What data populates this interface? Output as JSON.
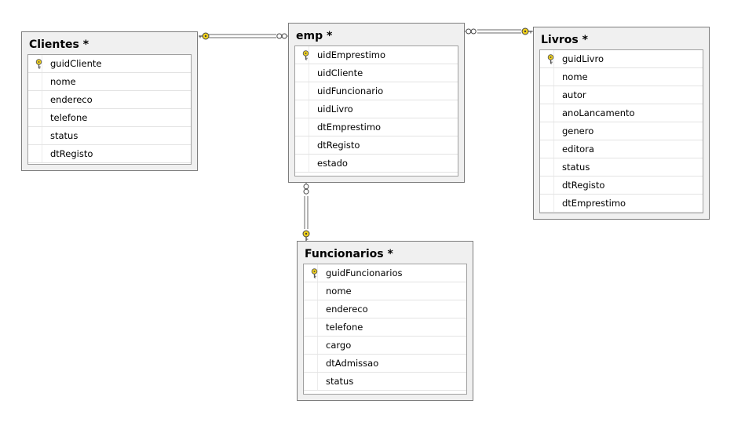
{
  "diagram": {
    "tables": [
      {
        "id": "clientes",
        "title": "Clientes *",
        "columns": [
          {
            "name": "guidCliente",
            "pk": true
          },
          {
            "name": "nome",
            "pk": false
          },
          {
            "name": "endereco",
            "pk": false
          },
          {
            "name": "telefone",
            "pk": false
          },
          {
            "name": "status",
            "pk": false
          },
          {
            "name": "dtRegisto",
            "pk": false
          }
        ]
      },
      {
        "id": "emp",
        "title": "emp *",
        "columns": [
          {
            "name": "uidEmprestimo",
            "pk": true
          },
          {
            "name": "uidCliente",
            "pk": false
          },
          {
            "name": "uidFuncionario",
            "pk": false
          },
          {
            "name": "uidLivro",
            "pk": false
          },
          {
            "name": "dtEmprestimo",
            "pk": false
          },
          {
            "name": "dtRegisto",
            "pk": false
          },
          {
            "name": "estado",
            "pk": false
          }
        ]
      },
      {
        "id": "livros",
        "title": "Livros *",
        "columns": [
          {
            "name": "guidLivro",
            "pk": true
          },
          {
            "name": "nome",
            "pk": false
          },
          {
            "name": "autor",
            "pk": false
          },
          {
            "name": "anoLancamento",
            "pk": false
          },
          {
            "name": "genero",
            "pk": false
          },
          {
            "name": "editora",
            "pk": false
          },
          {
            "name": "status",
            "pk": false
          },
          {
            "name": "dtRegisto",
            "pk": false
          },
          {
            "name": "dtEmprestimo",
            "pk": false
          }
        ]
      },
      {
        "id": "funcionarios",
        "title": "Funcionarios *",
        "columns": [
          {
            "name": "guidFuncionarios",
            "pk": true
          },
          {
            "name": "nome",
            "pk": false
          },
          {
            "name": "endereco",
            "pk": false
          },
          {
            "name": "telefone",
            "pk": false
          },
          {
            "name": "cargo",
            "pk": false
          },
          {
            "name": "dtAdmissao",
            "pk": false
          },
          {
            "name": "status",
            "pk": false
          }
        ]
      }
    ],
    "relationships": [
      {
        "from": "clientes",
        "to": "emp",
        "one_end": "clientes",
        "many_end": "emp"
      },
      {
        "from": "livros",
        "to": "emp",
        "one_end": "livros",
        "many_end": "emp"
      },
      {
        "from": "funcionarios",
        "to": "emp",
        "one_end": "funcionarios",
        "many_end": "emp"
      }
    ],
    "colors": {
      "background": "#ffffff",
      "table_fill": "#f0f0f0",
      "table_border": "#7d7d7d",
      "grid_border": "#a0a0a0",
      "row_divider": "#e3e3e3",
      "key_icon": "#f2d21b",
      "connector_line": "#6a6a6a"
    },
    "icons": {
      "primary_key": "key-icon",
      "one_end": "key-icon",
      "many_end": "infinity-icon"
    }
  }
}
